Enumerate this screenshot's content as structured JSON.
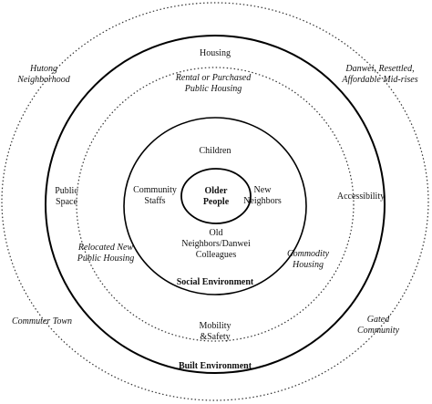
{
  "center": {
    "label": "Older\nPeople"
  },
  "social": {
    "title": "Social Environment",
    "items": {
      "children": "Children",
      "community_staffs": "Community\nStaffs",
      "new_neighbors": "New\nNeighbors",
      "old_neighbors": "Old\nNeighbors/Danwei\nColleagues"
    }
  },
  "built_inner": {
    "rental_public": "Rental or Purchased\nPublic Housing",
    "relocated_public": "Relocated New\nPublic Housing",
    "commodity": "Commodity\nHousing"
  },
  "built": {
    "title": "Built Environment",
    "items": {
      "housing": "Housing",
      "public_space": "Public\nSpace",
      "accessibility": "Accessibility",
      "mobility": "Mobility\n&Safety"
    }
  },
  "outer": {
    "hutong": "Hutong\nNeighborhood",
    "danwei": "Danwei, Resettled,\nAffordable Mid-rises",
    "commuter": "Commuter Town",
    "gated": "Gated\nCommunity"
  }
}
